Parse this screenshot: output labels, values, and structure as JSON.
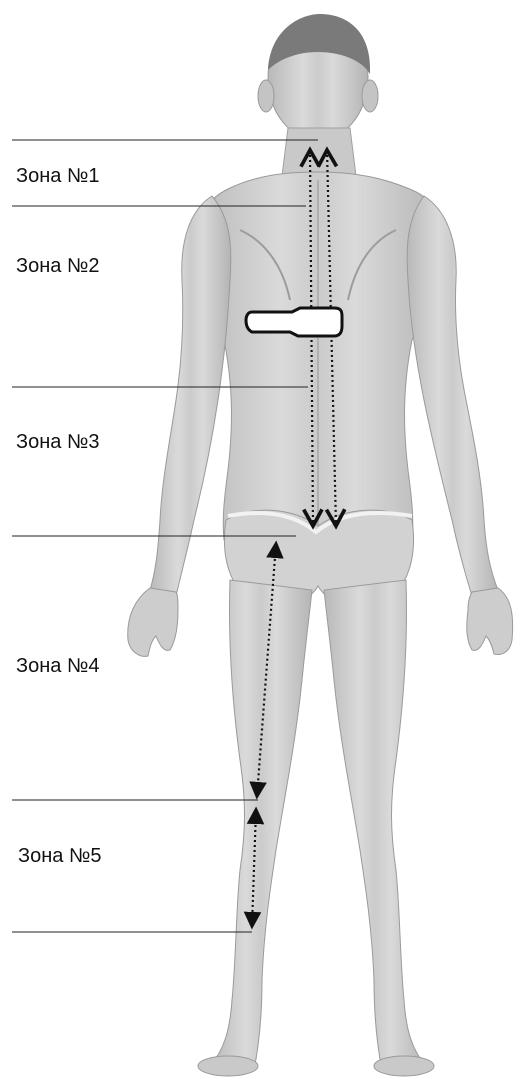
{
  "zones": [
    {
      "label": "Зона №1"
    },
    {
      "label": "Зона №2"
    },
    {
      "label": "Зона №3"
    },
    {
      "label": "Зона №4"
    },
    {
      "label": "Зона №5"
    }
  ],
  "colors": {
    "line": "#222222",
    "skin": "#cfcfcf",
    "skin_shade": "#a9a9a9",
    "hair": "#6a6a6a",
    "arrow": "#111111",
    "device_fill": "#ffffff"
  },
  "icons": {
    "figure": "human-body-back-view",
    "device": "device-outline"
  }
}
